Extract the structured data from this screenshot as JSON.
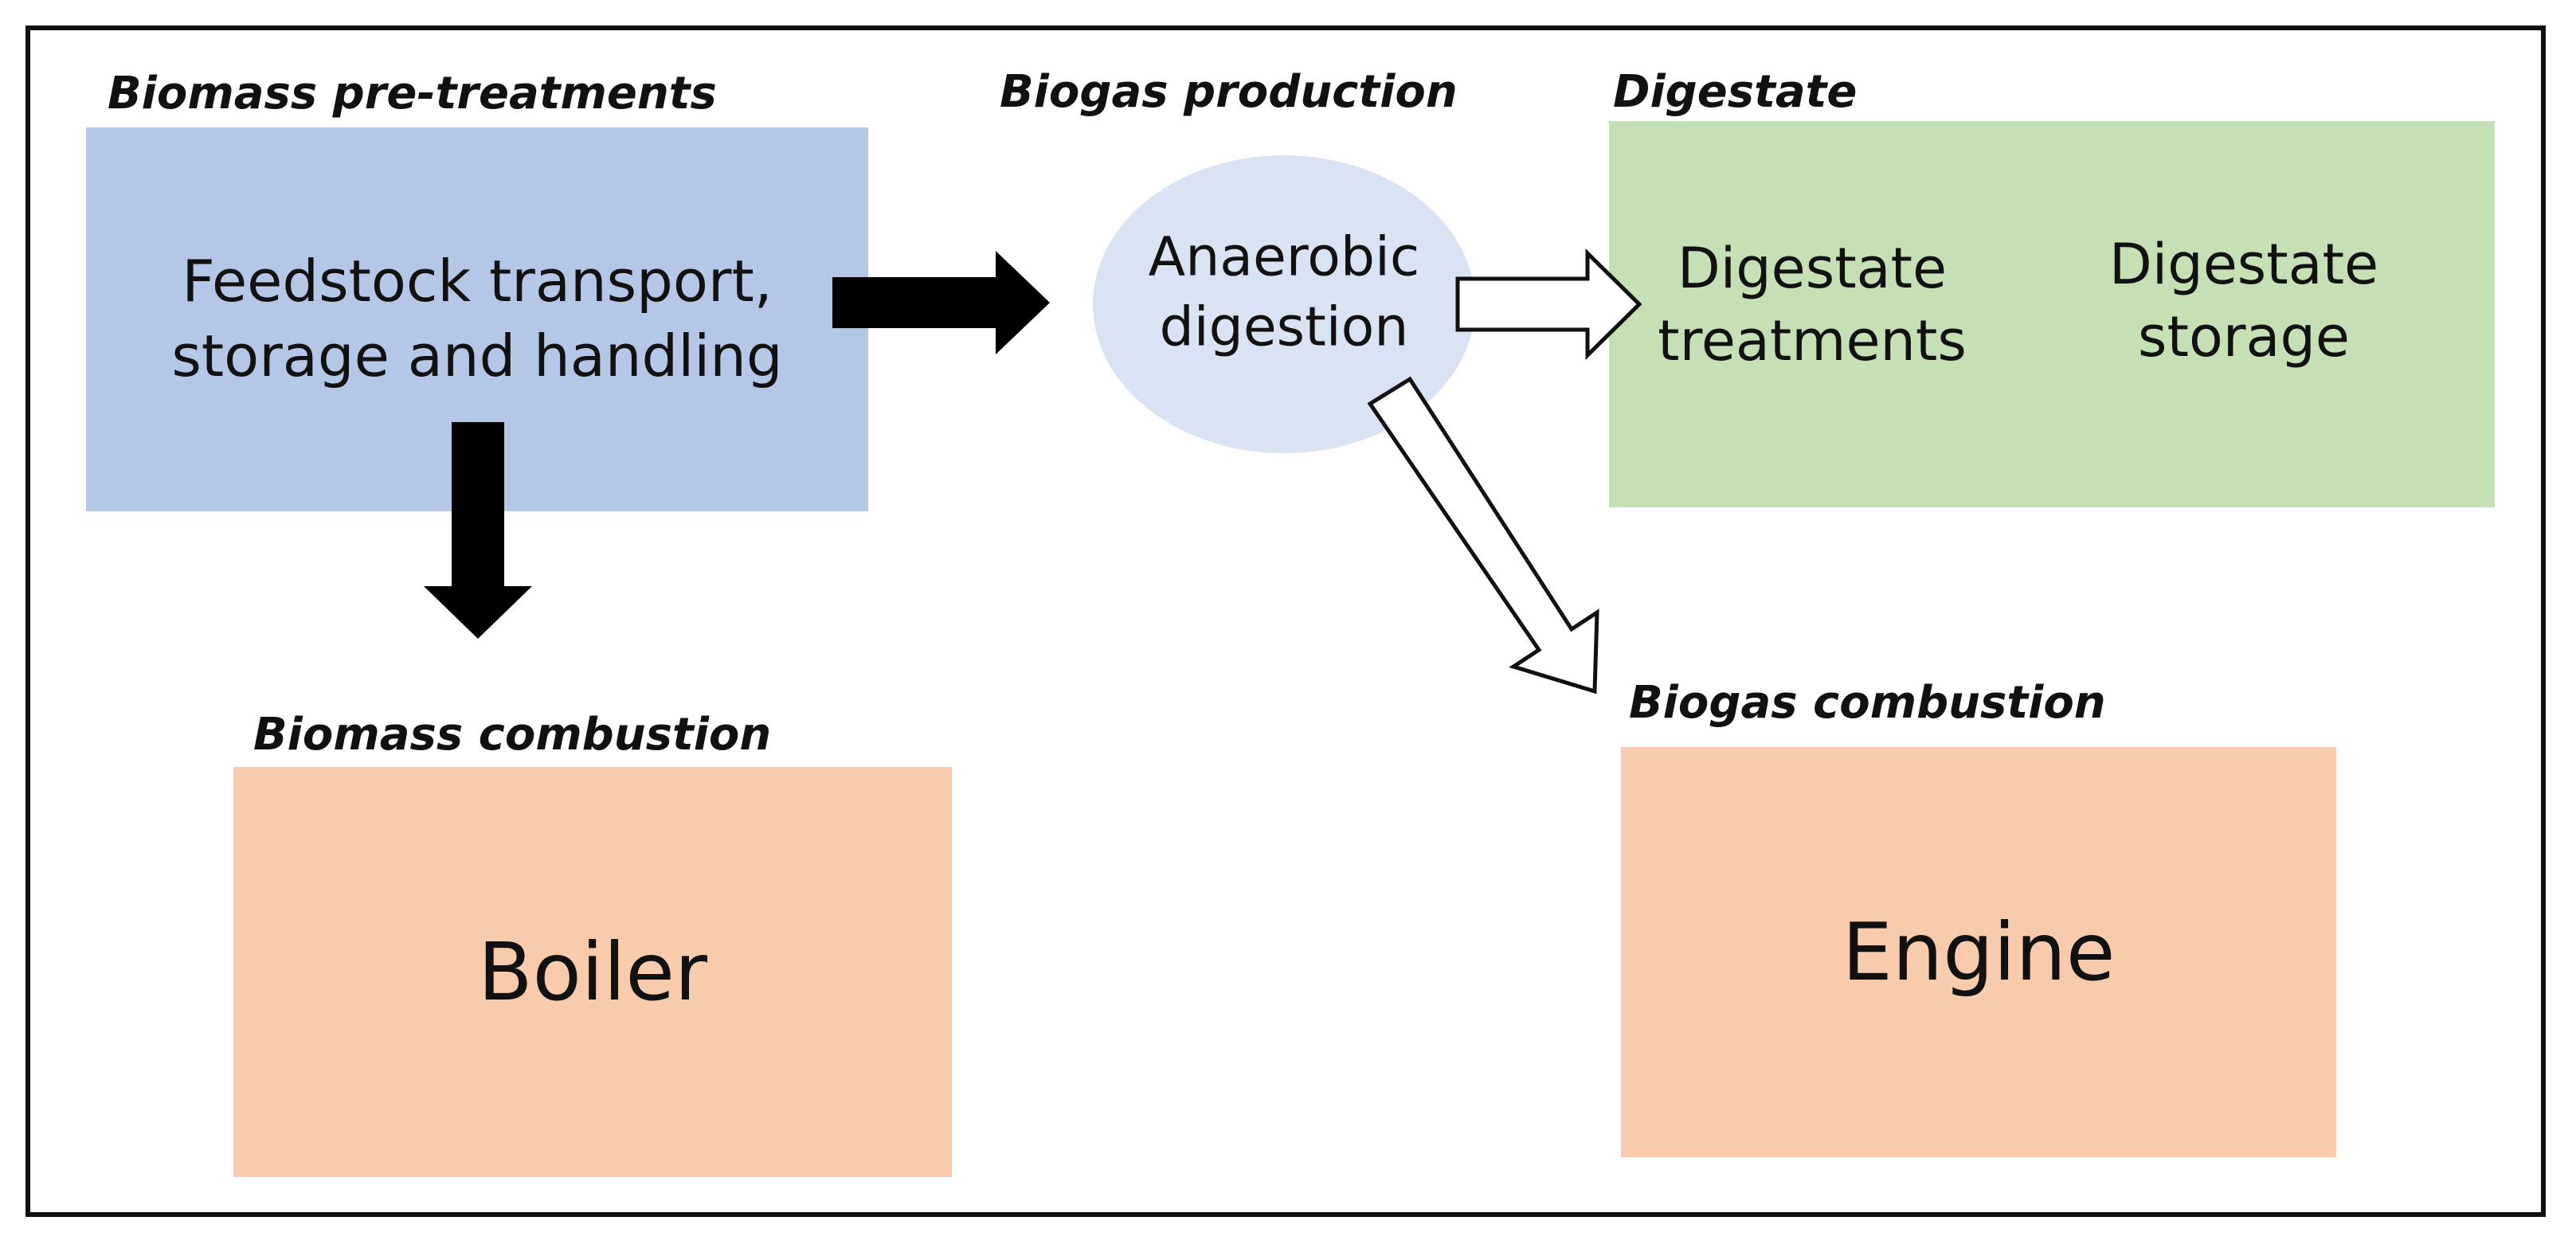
{
  "sections": {
    "pretreatments": "Biomass pre-treatments",
    "biogas_production": "Biogas production",
    "digestate": "Digestate",
    "biomass_combustion": "Biomass combustion",
    "biogas_combustion": "Biogas combustion"
  },
  "nodes": {
    "feedstock": "Feedstock transport,\nstorage and handling",
    "anaerobic": "Anaerobic\ndigestion",
    "digestate_treatments": "Digestate\ntreatments",
    "digestate_storage": "Digestate\nstorage",
    "boiler": "Boiler",
    "engine": "Engine"
  },
  "colors": {
    "pretreatment_fill": "#b4c7e7",
    "digestion_fill": "#dae3f3",
    "digestate_fill": "#c5e0b4",
    "combustion_fill": "#f8cbad",
    "arrow_solid": "#000000",
    "arrow_hollow_fill": "#ffffff",
    "frame": "#111111"
  }
}
